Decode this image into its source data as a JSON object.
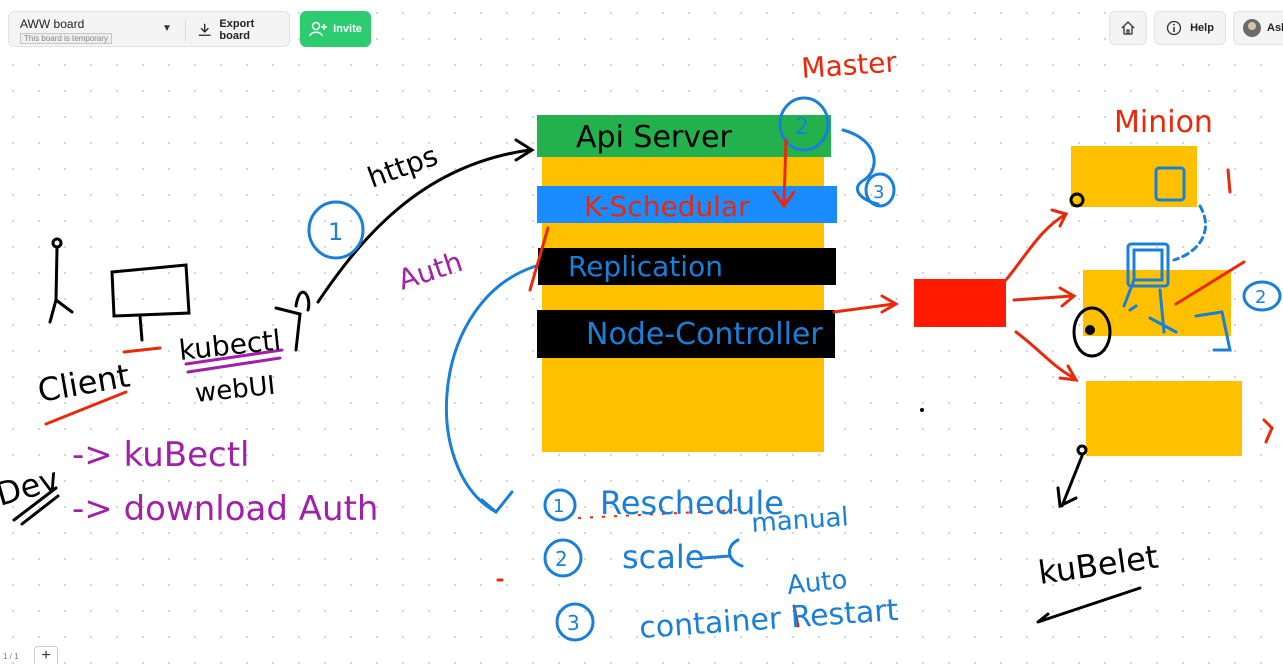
{
  "toolbar": {
    "board_name": "AWW board",
    "board_status": "This board is temporary",
    "export_label": "Export board",
    "invite_label": "Invite",
    "help_label": "Help",
    "user_label": "Ash",
    "icons": [
      "chevron-down-icon",
      "download-icon",
      "add-user-icon",
      "home-icon",
      "info-icon"
    ],
    "colors": {
      "invite_bg": "#2ecc71",
      "toolbar_bg": "#f4f4f4"
    }
  },
  "footer": {
    "page_indicator": "1 / 1",
    "add_page": "+"
  },
  "whiteboard": {
    "colors": {
      "yellow": "#ffc000",
      "green": "#22b14c",
      "blue": "#1a8cff",
      "black": "#000000",
      "red": "#ff1a00",
      "pen_blue": "#1a7fd6",
      "pen_red": "#e8290b",
      "pen_purple": "#a020a8"
    },
    "labels": {
      "master": "Master",
      "minion": "Minion",
      "api_server": "Api Server",
      "k_scheduler": "K-Schedular",
      "replication": "Replication",
      "node_controller": "Node-Controller",
      "https": "https",
      "auth_left": "Auth",
      "client": "Client",
      "kubectl": "kubectl",
      "webui": "webUI",
      "dev": "Dev",
      "list_kubectl": "-> kuBectl",
      "list_download": "-> download Auth",
      "step1_num": "1",
      "step1": "Reschedule",
      "step2_num": "2",
      "step2": "scale",
      "manual": "manual",
      "auto": "Auto",
      "step3_num": "3",
      "step3": "container Restart",
      "kubelet": "kuBelet",
      "circle_1": "1",
      "circle_2": "2",
      "circle_3": "3",
      "minion_2": "2"
    }
  }
}
